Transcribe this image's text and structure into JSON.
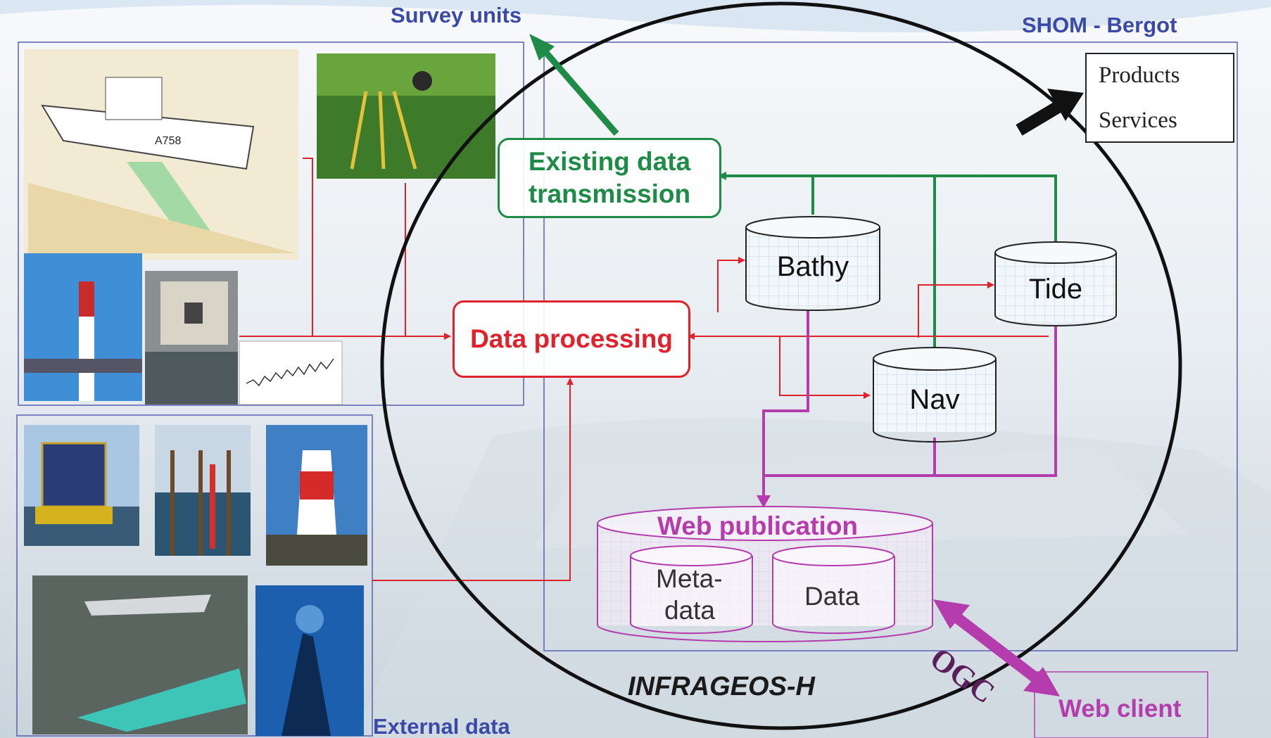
{
  "labels": {
    "survey_units": "Survey units",
    "shom_bergot": "SHOM - Bergot",
    "external_data": "External data",
    "infrageos": "INFRAGEOS-H",
    "web_client": "Web client",
    "ogc": "OGC"
  },
  "products_box": {
    "line1": "Products",
    "line2": "Services"
  },
  "boxes": {
    "existing_line1": "Existing data",
    "existing_line2": "transmission",
    "data_processing": "Data processing"
  },
  "databases": {
    "bathy": "Bathy",
    "tide": "Tide",
    "nav": "Nav",
    "web_publication": "Web publication",
    "metadata_line1": "Meta-",
    "metadata_line2": "data",
    "data": "Data"
  },
  "colors": {
    "survey_blue": "#3b4aa8",
    "existing_green": "#1e8c46",
    "processing_red": "#e0222c",
    "publication_purple": "#b43cac",
    "circle_black": "#111111"
  },
  "photos": [
    {
      "name": "survey-ship-illustration",
      "icon": "ship-drawing"
    },
    {
      "name": "topographer-tripod-photo",
      "icon": "tripod"
    },
    {
      "name": "tide-gauge-post-photo",
      "icon": "gauge-post"
    },
    {
      "name": "tide-station-building-photo",
      "icon": "station"
    },
    {
      "name": "tide-signal-plot",
      "icon": "line-plot"
    },
    {
      "name": "buoy-platform-photo",
      "icon": "buoy"
    },
    {
      "name": "tide-staff-structure-photo",
      "icon": "structure"
    },
    {
      "name": "lighthouse-photo",
      "icon": "lighthouse"
    },
    {
      "name": "lidar-aircraft-photo",
      "icon": "aircraft"
    },
    {
      "name": "shipwreck-photo",
      "icon": "wreck"
    }
  ]
}
